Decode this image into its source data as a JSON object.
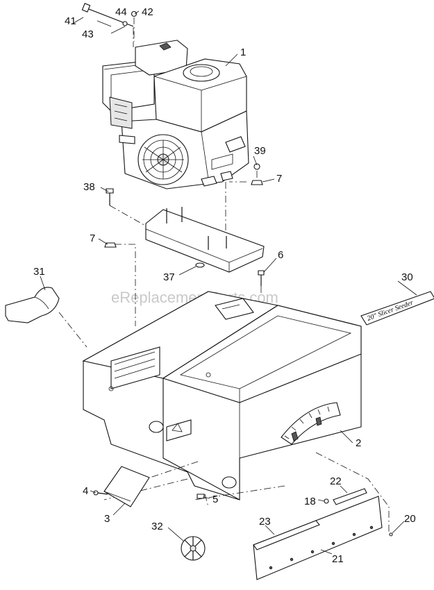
{
  "watermark": "eReplacementParts.com",
  "decal_text": "20\" Slicer Seeder",
  "callouts": {
    "c1": "1",
    "c2": "2",
    "c3": "3",
    "c4": "4",
    "c5": "5",
    "c6": "6",
    "c7a": "7",
    "c7b": "7",
    "c18": "18",
    "c20": "20",
    "c21": "21",
    "c22": "22",
    "c23": "23",
    "c30": "30",
    "c31": "31",
    "c32": "32",
    "c37": "37",
    "c38": "38",
    "c39": "39",
    "c41": "41",
    "c42": "42",
    "c43": "43",
    "c44": "44"
  }
}
